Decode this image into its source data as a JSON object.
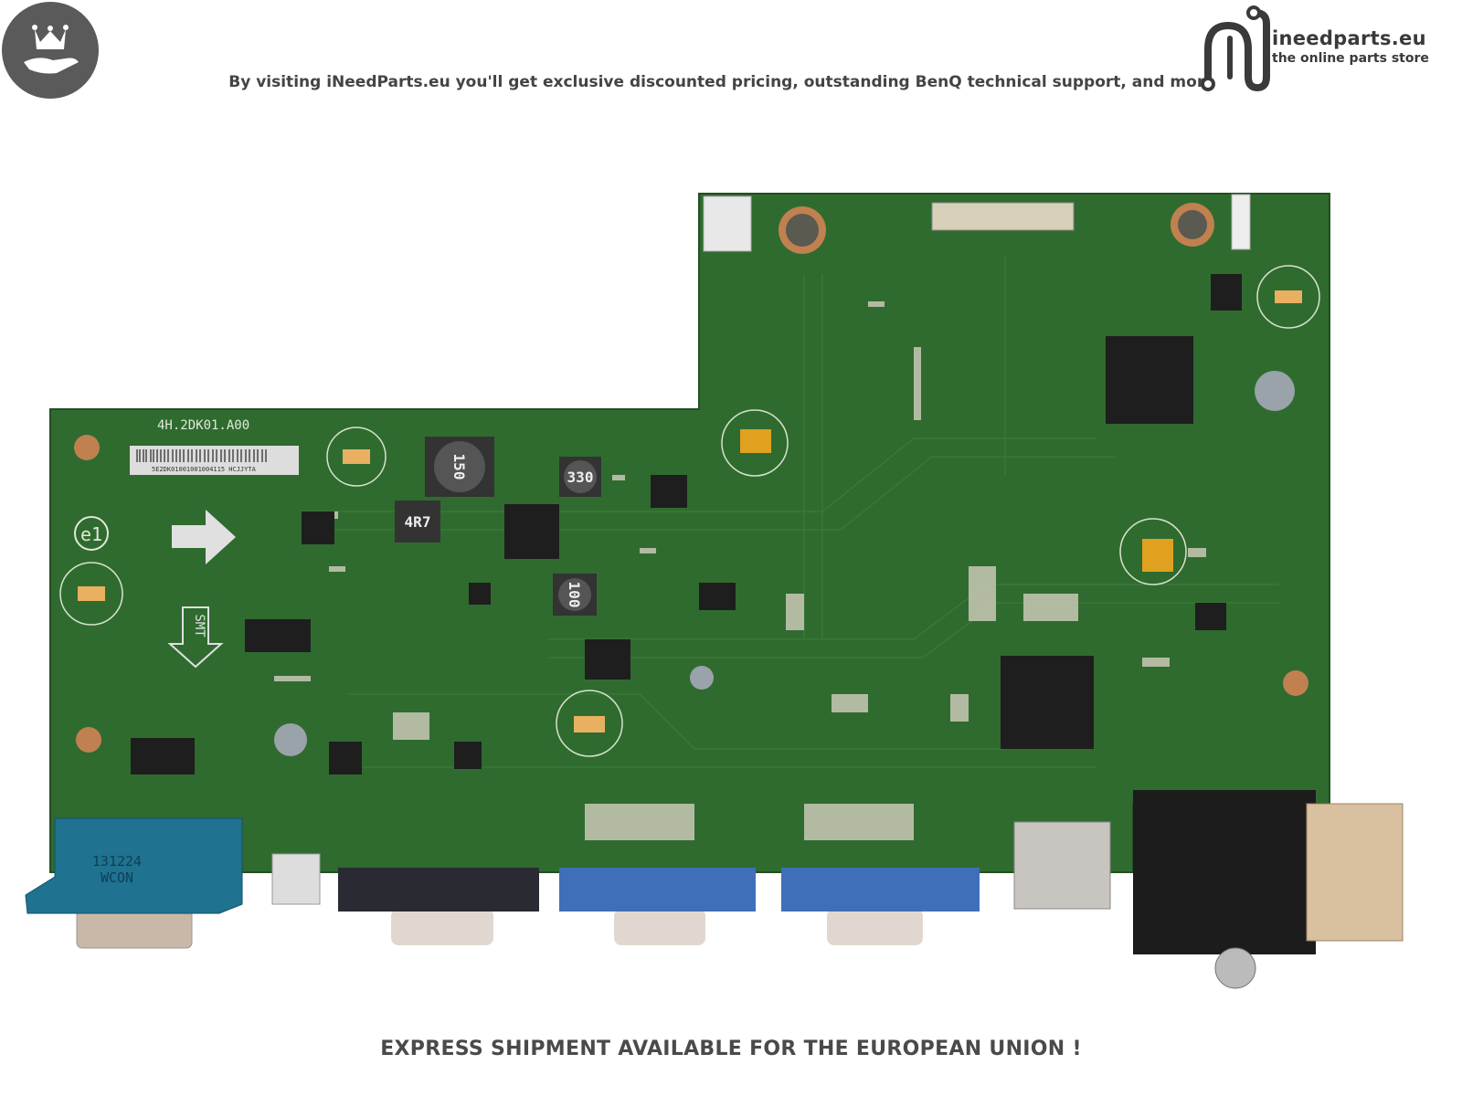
{
  "header": {
    "badge_icon": "crown-on-hand-icon",
    "tagline": "By visiting iNeedParts.eu you'll get exclusive discounted pricing, outstanding BenQ technical support, and more",
    "logo": {
      "name": "ineedparts.eu",
      "subtitle": "the online parts store"
    }
  },
  "product": {
    "board_code": "4H.2DK01.A00",
    "barcode_text": "5E2DK01001001004115 HCJJYTA",
    "inductor_labels": [
      "150",
      "4R7",
      "330",
      "100"
    ],
    "silkscreen_marks": [
      "SMT",
      "e1"
    ],
    "serial_connector_label": [
      "131224",
      "WCON"
    ],
    "board_color": "#2f6b2f"
  },
  "footer": {
    "text": "EXPRESS SHIPMENT AVAILABLE FOR THE EUROPEAN UNION !"
  }
}
